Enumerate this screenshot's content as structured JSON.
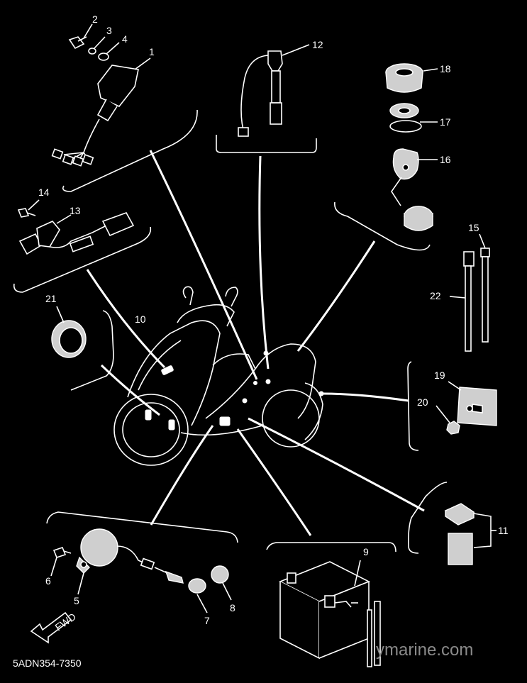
{
  "diagram": {
    "part_numbers": [
      "1",
      "2",
      "3",
      "4",
      "5",
      "6",
      "7",
      "8",
      "9",
      "10",
      "11",
      "12",
      "13",
      "14",
      "15",
      "16",
      "17",
      "18",
      "19",
      "20",
      "21",
      "22"
    ],
    "footer_code": "5ADN354-7350",
    "watermark": "ymarine.com",
    "fwd_label": "FWD"
  }
}
